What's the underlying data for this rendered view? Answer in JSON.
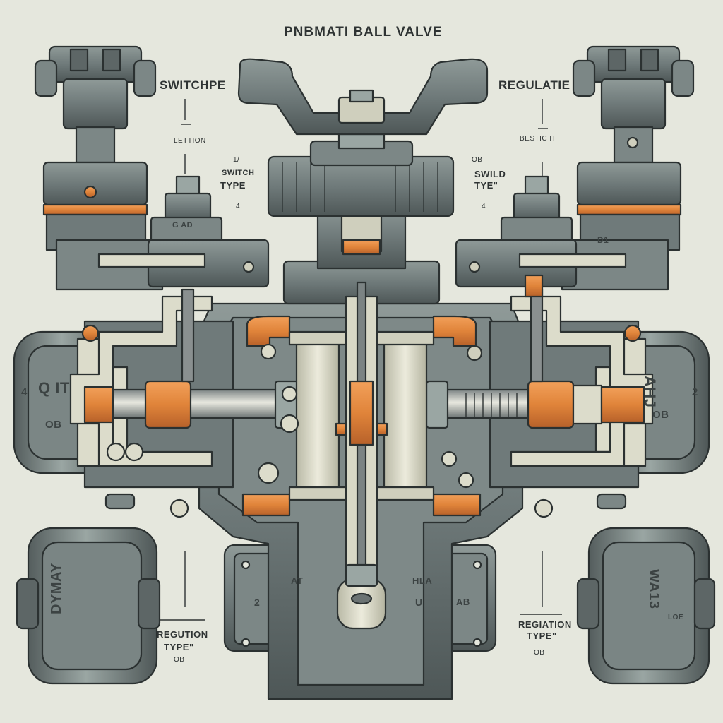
{
  "title": "PNBMATI BALL VALVE",
  "labels": {
    "switch_top": "SWITCHPE",
    "letion": "LETTION",
    "switch_type_1": "SWITCH",
    "switch_type_2": "TYPE",
    "num_1": "1/",
    "num_4_left": "4",
    "regulate_top": "REGULATIE",
    "bestic": "BESTIC H",
    "swild_type_1": "SWILD",
    "swild_type_2": "TYE\"",
    "num_ob": "OB",
    "num_4_right": "4",
    "region_left_1": "REGUTION",
    "region_left_2": "TYPE\"",
    "num_ob_left": "OB",
    "region_right_1": "REGIATION",
    "region_right_2": "TYPE\"",
    "num_ob_right": "OB"
  },
  "part_markings": {
    "gad": "G AD",
    "d1": "D1",
    "left_body": "Q IT",
    "left_body_2": "OB",
    "right_body": "AHJ",
    "right_body_2": "OB",
    "left_body_num": "4",
    "right_body_num": "2",
    "left_foot": "DYMAY",
    "right_foot": "WA13",
    "right_foot_2": "LOE",
    "base_at": "AT",
    "base_2": "2",
    "base_hla": "HLA",
    "base_u": "U",
    "base_ab": "AB"
  },
  "colors": {
    "background": "#e5e7dd",
    "steel": "#6f7a7a",
    "steel_light": "#9aa6a3",
    "steel_dark": "#3f4747",
    "cream": "#dcdccb",
    "copper": "#e0843a",
    "outline": "#2b3131"
  }
}
